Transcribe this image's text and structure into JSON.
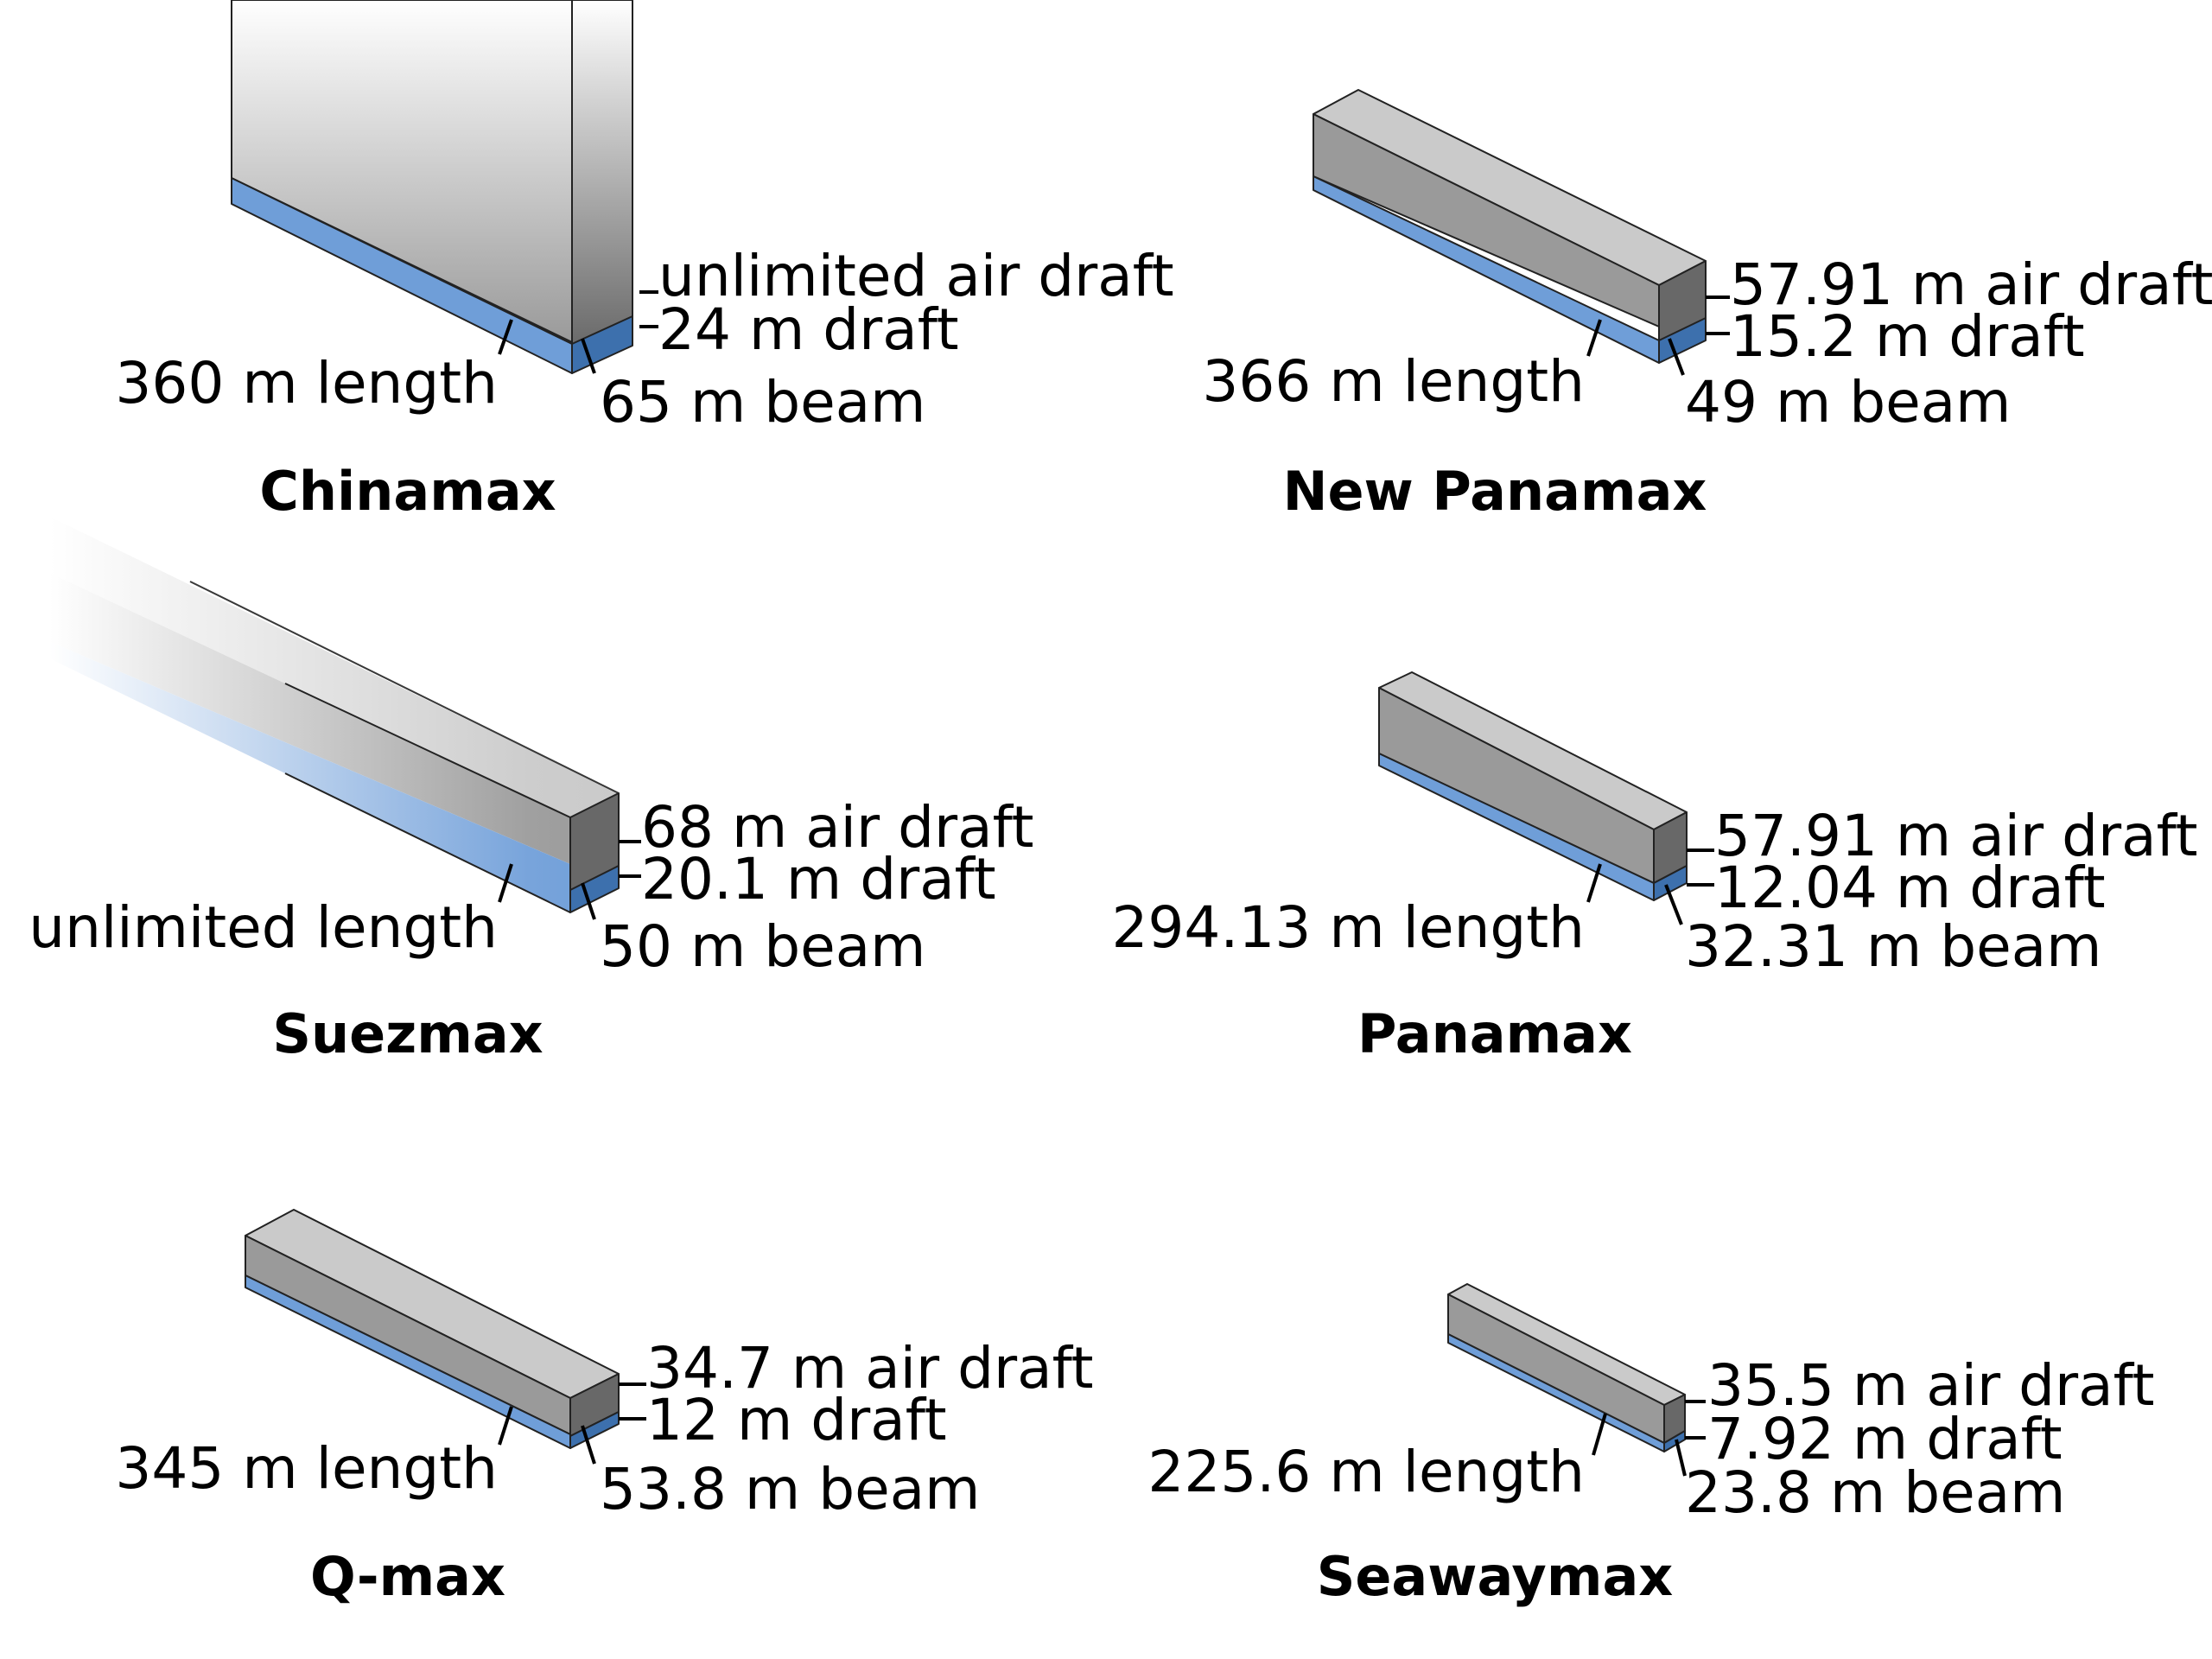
{
  "colors": {
    "top": "#cacaca",
    "side": "#9a9a9a",
    "end": "#686868",
    "water_side": "#6f9ed8",
    "water_end": "#3d70ad",
    "leader": "#000000"
  },
  "ships": [
    {
      "name": "Chinamax",
      "length": "360 m length",
      "beam": "65 m beam",
      "draft": "24 m draft",
      "air_draft": "unlimited air draft"
    },
    {
      "name": "New Panamax",
      "length": "366 m length",
      "beam": "49 m beam",
      "draft": "15.2 m draft",
      "air_draft": "57.91 m air draft"
    },
    {
      "name": "Suezmax",
      "length": "unlimited length",
      "beam": "50 m beam",
      "draft": "20.1 m draft",
      "air_draft": "68 m air draft"
    },
    {
      "name": "Panamax",
      "length": "294.13 m length",
      "beam": "32.31 m beam",
      "draft": "12.04 m draft",
      "air_draft": "57.91 m air draft"
    },
    {
      "name": "Q-max",
      "length": "345 m length",
      "beam": "53.8 m beam",
      "draft": "12 m draft",
      "air_draft": "34.7 m air draft"
    },
    {
      "name": "Seawaymax",
      "length": "225.6 m length",
      "beam": "23.8 m beam",
      "draft": "7.92 m draft",
      "air_draft": "35.5 m air draft"
    }
  ]
}
